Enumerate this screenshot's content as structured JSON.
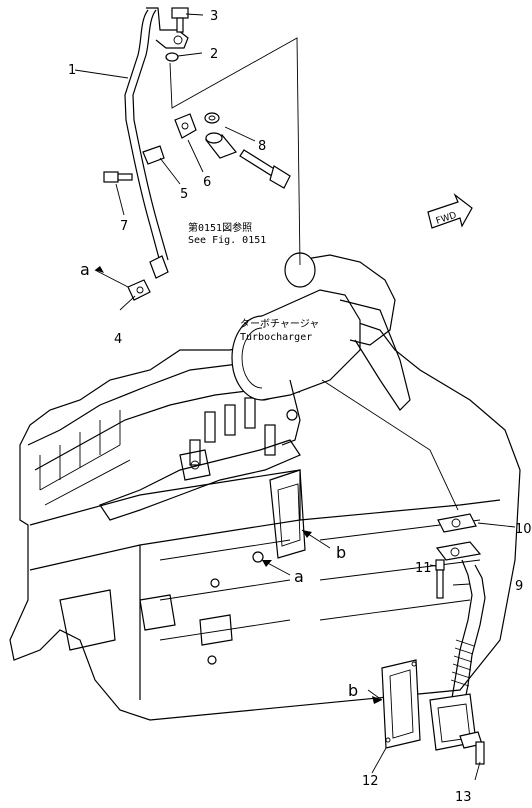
{
  "callouts": {
    "c1": "1",
    "c2": "2",
    "c3": "3",
    "c4": "4",
    "c5": "5",
    "c6": "6",
    "c7": "7",
    "c8": "8",
    "c9": "9",
    "c10": "10",
    "c11": "11",
    "c12": "12",
    "c13": "13"
  },
  "labels": {
    "a_top": "a",
    "a_mid": "a",
    "b_mid": "b",
    "b_low": "b"
  },
  "reference": {
    "jp": "第0151図参照",
    "en": "See Fig. 0151"
  },
  "turbo": {
    "jp": "ターボチャージャ",
    "en": "Turbocharger"
  },
  "fwd": "FWD"
}
